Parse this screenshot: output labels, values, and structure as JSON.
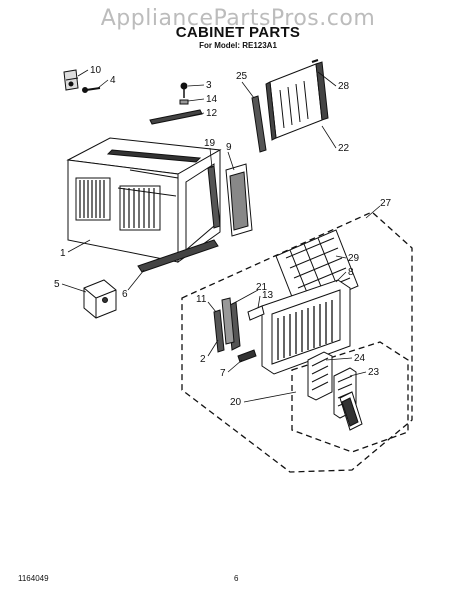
{
  "watermark": "AppliancePartsPros.com",
  "title": "CABINET PARTS",
  "subtitle": "For Model: RE123A1",
  "footer": {
    "code": "1164049",
    "page": "6"
  },
  "callouts": [
    "10",
    "4",
    "3",
    "14",
    "12",
    "25",
    "28",
    "22",
    "19",
    "9",
    "1",
    "5",
    "6",
    "27",
    "29",
    "8",
    "21",
    "13",
    "11",
    "2",
    "7",
    "24",
    "23",
    "20"
  ]
}
